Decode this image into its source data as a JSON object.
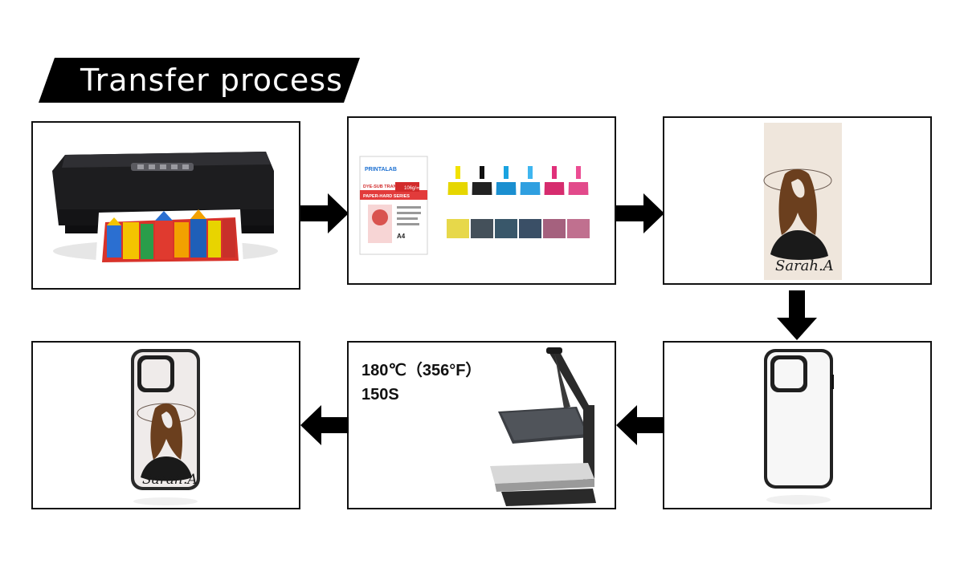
{
  "title": "Transfer process",
  "steps": [
    {
      "id": 1,
      "item": "printer"
    },
    {
      "id": 2,
      "item": "transfer paper and inks",
      "paper_brand": "PRINTALAB",
      "paper_series_line1": "DYE-SUB TRANSFER",
      "paper_series_line2": "PAPER-HARD SERIES",
      "paper_weight": "106g/㎡",
      "paper_size": "A4"
    },
    {
      "id": 3,
      "item": "printed design",
      "signature": "Sarah.A"
    },
    {
      "id": 4,
      "item": "blank phone case"
    },
    {
      "id": 5,
      "item": "heat press",
      "temperature": "180℃（356°F）",
      "time": "150S"
    },
    {
      "id": 6,
      "item": "finished phone case",
      "signature": "Sarah.A"
    }
  ],
  "colors": {
    "banner": "#000000",
    "border": "#111111",
    "arrow": "#000000",
    "ink_yellow": "#f2e200",
    "ink_black": "#111111",
    "ink_cyan": "#1aa3e0",
    "ink_light_cyan": "#3fb6f0",
    "ink_magenta": "#e0307a",
    "ink_light_magenta": "#ec4d93",
    "design_bg": "#efe6dc"
  }
}
